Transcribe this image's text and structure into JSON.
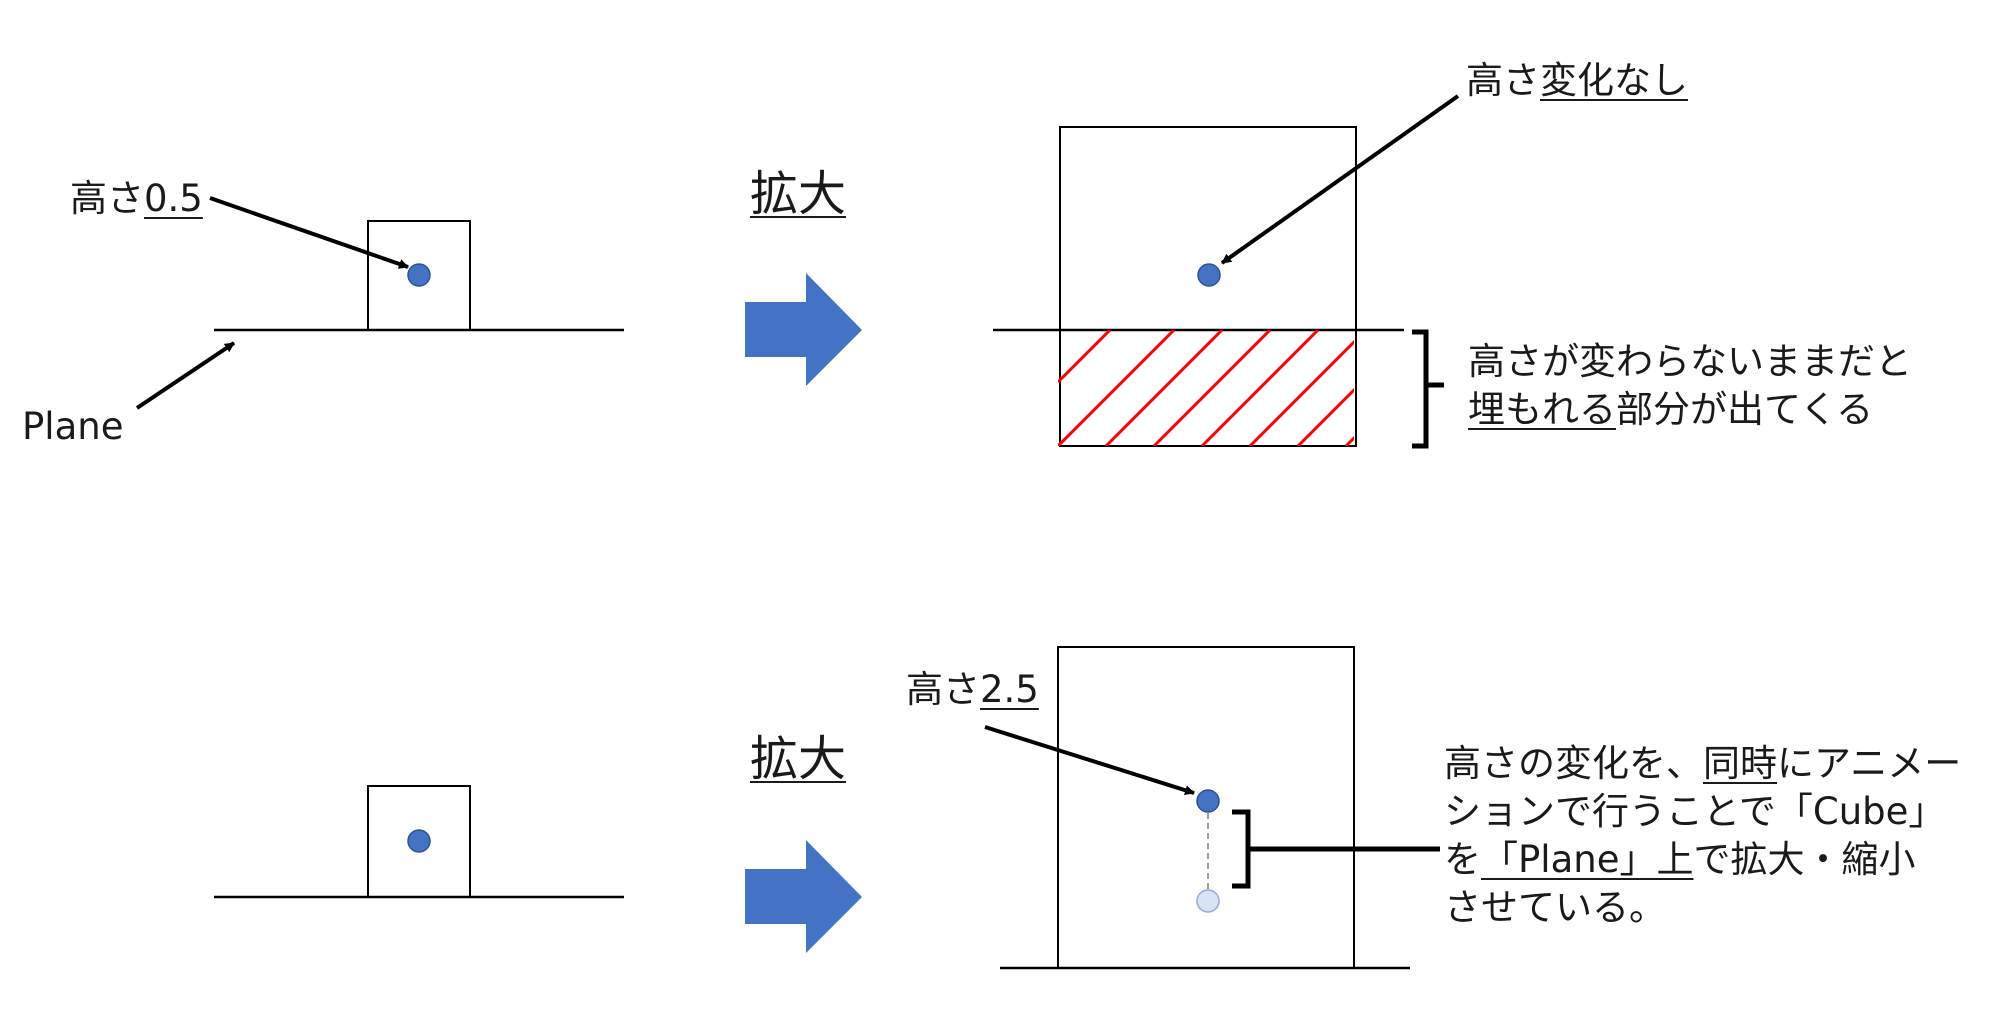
{
  "colors": {
    "dot": "#4472C4",
    "dot_stroke": "#2F528F",
    "dot_faded": "#DAE3F3",
    "hatch": "#FF0000",
    "arrow": "#4472C4",
    "line": "#000000"
  },
  "top": {
    "height_label": {
      "prefix": "高さ",
      "value": "0.5"
    },
    "plane_label": "Plane",
    "scale_label": "拡大",
    "nochange_label": {
      "prefix": "高さ",
      "underlined": "変化なし"
    },
    "buried_note": {
      "line1": "高さが変わらないままだと",
      "line2_underlined": "埋もれる",
      "line2_rest": "部分が出てくる"
    }
  },
  "bottom": {
    "height_label": {
      "prefix": "高さ",
      "value": "2.5"
    },
    "scale_label": "拡大",
    "note": {
      "l1_a": "高さの変化を、",
      "l1_u": "同時",
      "l1_b": "にアニメー",
      "l2": "ションで行うことで「Cube」",
      "l3_a": "を",
      "l3_u": "「Plane」上",
      "l3_b": "で拡大・縮小",
      "l4": "させている。"
    }
  }
}
